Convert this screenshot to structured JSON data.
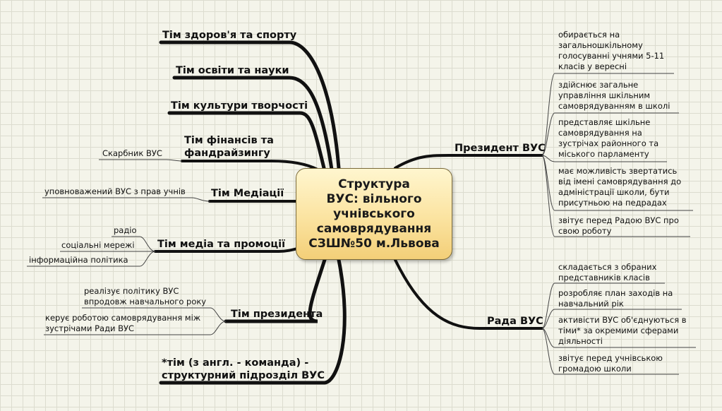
{
  "center": {
    "title": "Структура\nВУС: вільного\nучнівського\nсамоврядування\nСЗШ№50 м.Львова"
  },
  "left_branches": {
    "health": "Тім здоров'я та спорту",
    "education": "Тім освіти та науки",
    "culture": "Тім культури творчості",
    "finance": "Тім фінансів та\nфандрайзингу",
    "mediation": "Тім Медіації",
    "media": "Тім медіа та промоції",
    "president_team": "Тім президента",
    "note": "*тім (з англ. - команда) -\nструктурний підрозділ ВУС"
  },
  "left_leaves": {
    "treasurer": "Скарбник ВУС",
    "ombudsman": "уповноважений ВУС з прав учнів",
    "radio": "радіо",
    "social": "соціальні мережі",
    "info_policy": "інформаційна політика",
    "implements": "реалізує політику ВУС\nвпродовж навчального року",
    "manages": "керує роботою самоврядування між\nзустрічами Ради ВУС"
  },
  "right_branches": {
    "president": "Президент ВУС",
    "council": "Рада ВУС"
  },
  "president_items": [
    "обирається на\nзагальношкільному\nголосуванні учнями 5-11\nкласів у вересні",
    "здійснює загальне\nуправління шкільним\nсамоврядуванням в школі",
    "представляє шкільне\nсамоврядування на\nзустрічах районного та\nміського парламенту",
    "має можливість звертатись\nвід імені самоврядування до\nадміністрації школи, бути\nприсутньою на педрадах",
    "звітує перед Радою ВУС про\nсвою роботу"
  ],
  "council_items": [
    "складається з обраних\nпредставників класів",
    "розробляє план заходів на\nнавчальний рік",
    "активісти ВУС об'єднуються в\nтіми* за окремими сферами\nдіяльності",
    "звітує перед учнівською\nгромадою школи"
  ],
  "colors": {
    "connector": "#111111",
    "leaf_line": "#444444",
    "center_fill": "#fbe3a0",
    "background": "#f4f4ea"
  }
}
